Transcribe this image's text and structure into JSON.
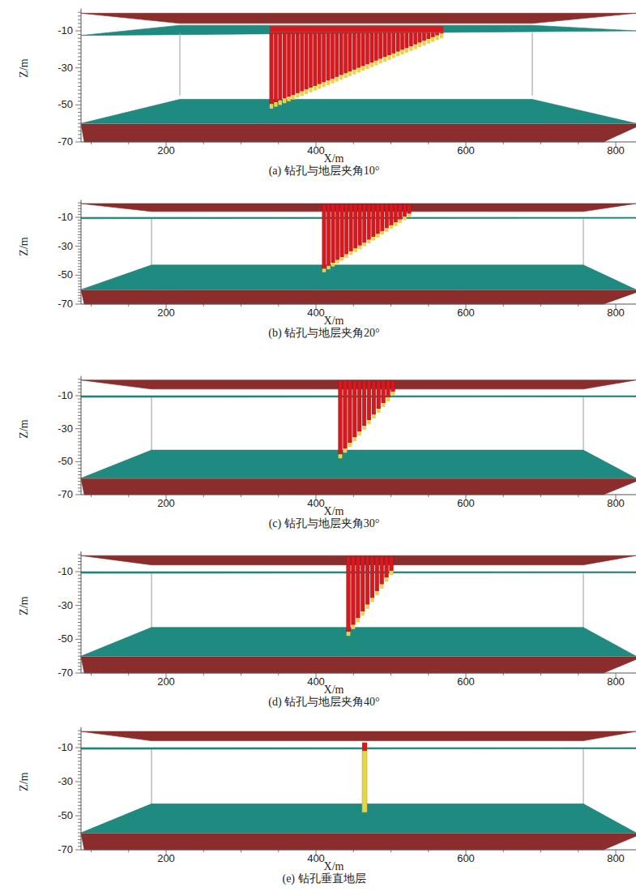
{
  "diagram": {
    "labels": [
      "-10",
      "-30",
      "-50",
      "-70",
      "Z/m",
      "200",
      "400",
      "600",
      "800",
      "X/m",
      "(a) 钻孔与地层夹角10°",
      "-10",
      "-30",
      "-50",
      "-70",
      "Z/m",
      "200",
      "400",
      "600",
      "800",
      "X/m",
      "(b) 钻孔与地层夹角20°",
      "-10",
      "-30",
      "-50",
      "-70",
      "Z/m",
      "200",
      "400",
      "600",
      "800",
      "X/m",
      "(c) 钻孔与地层夹角30°",
      "-10",
      "-30",
      "-50",
      "-70",
      "Z/m",
      "200",
      "400",
      "600",
      "800",
      "X/m",
      "(d) 钻孔与地层夹角40°",
      "-10",
      "-30",
      "-50",
      "-70",
      "Z/m",
      "200",
      "400",
      "600",
      "800",
      "X/m",
      "(e) 钻孔垂直地层"
    ]
  }
}
